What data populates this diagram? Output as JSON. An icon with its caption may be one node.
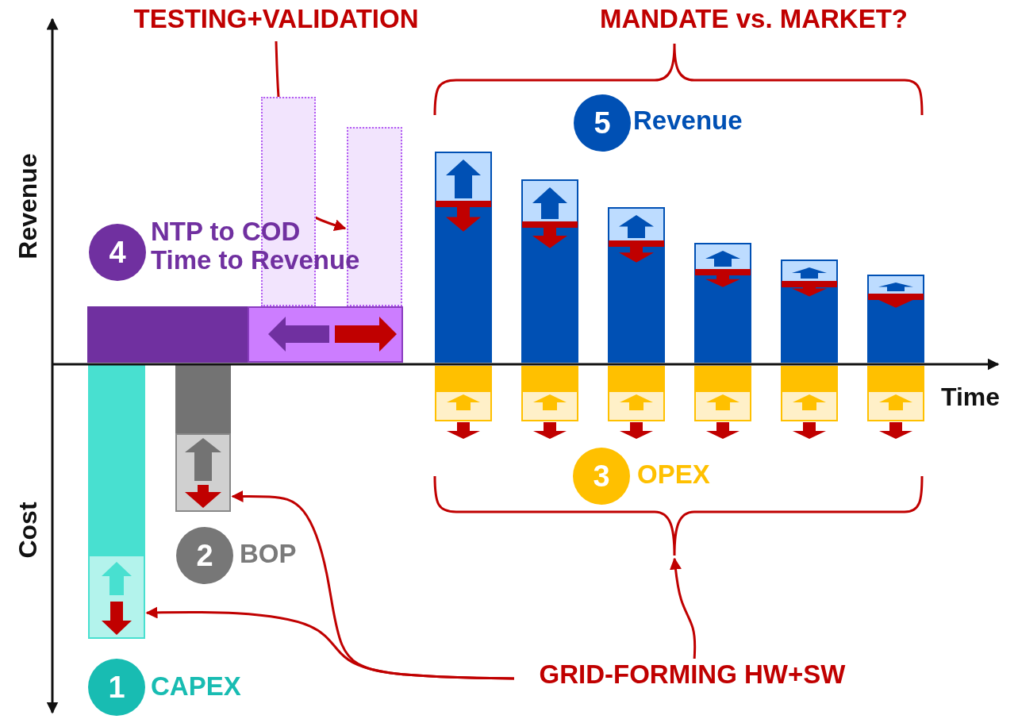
{
  "diagram": {
    "nodes": [
      {
        "text": [
          "TESTING+VALIDATION"
        ]
      },
      {
        "text": [
          "MANDATE vs. MARKET?"
        ]
      },
      {
        "text": [
          "5"
        ],
        "beside": [
          "Revenue"
        ]
      },
      {
        "text": [
          "4"
        ],
        "beside": [
          "NTP to COD Time to Revenue"
        ]
      },
      {
        "text": [],
        "shape": "bar"
      },
      {
        "text": [],
        "shape": "bar"
      },
      {
        "text": [
          "3"
        ],
        "beside": [
          "OPEX"
        ]
      },
      {
        "text": [
          "2"
        ],
        "beside": [
          "BOP"
        ]
      },
      {
        "text": [
          "1"
        ],
        "beside": [
          "CAPEX"
        ]
      },
      {
        "text": [
          "GRID-FORMING HW+SW"
        ]
      },
      {
        "text": [],
        "shape": "bar"
      },
      {
        "text": [],
        "shape": "bar"
      },
      {
        "text": [],
        "shape": "bar"
      },
      {
        "text": [],
        "shape": "bar"
      },
      {
        "text": [],
        "shape": "brace"
      }
    ],
    "edges": [
      {
        "from": 0,
        "to": 11,
        "arrow": "to"
      },
      {
        "from": 9,
        "to": 4,
        "arrow": "to"
      },
      {
        "from": 9,
        "to": 5,
        "arrow": "to"
      },
      {
        "from": 9,
        "to": 14,
        "arrow": "to"
      }
    ],
    "labels": [
      "Revenue",
      "Time",
      "Cost"
    ]
  }
}
